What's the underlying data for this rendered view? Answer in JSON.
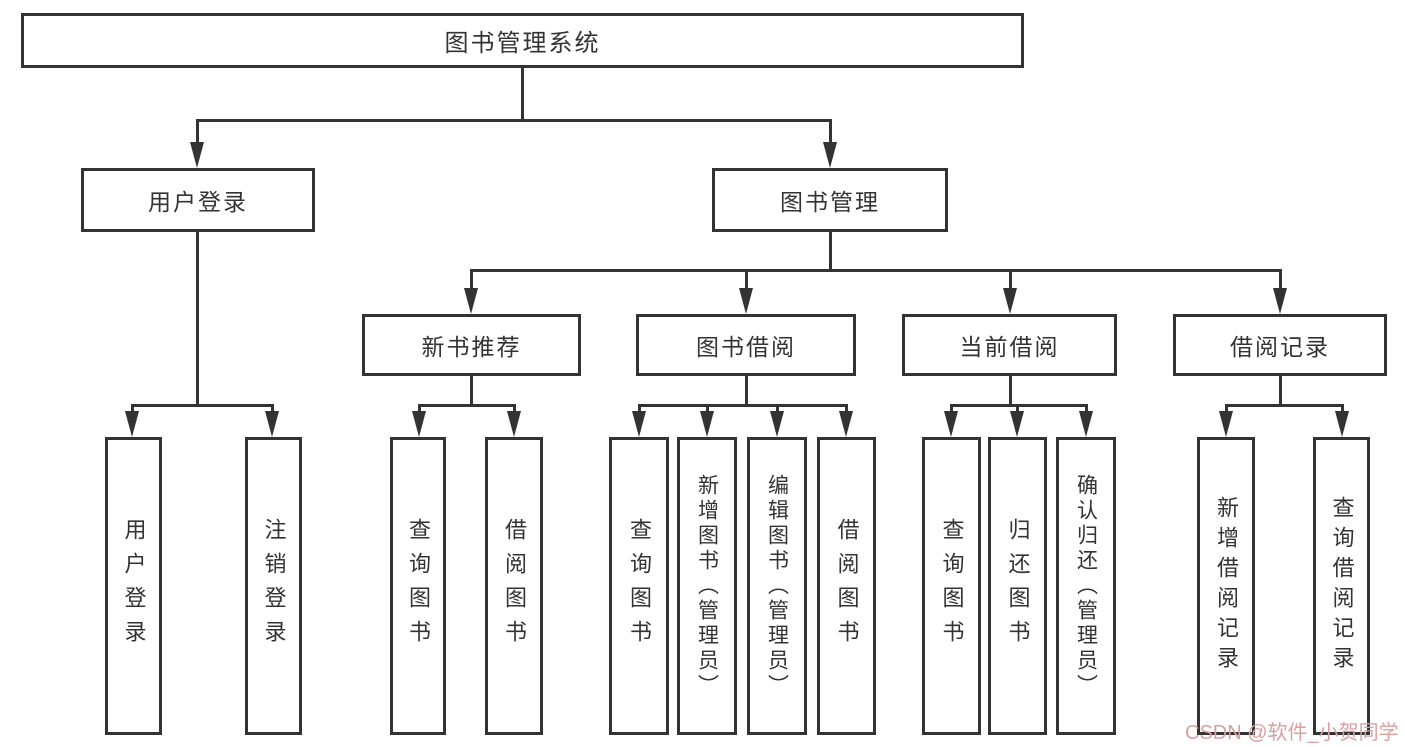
{
  "tree": {
    "label": "图书管理系统",
    "children": [
      {
        "label": "用户登录",
        "children": [
          {
            "label": "用户登录"
          },
          {
            "label": "注销登录"
          }
        ]
      },
      {
        "label": "图书管理",
        "children": [
          {
            "label": "新书推荐",
            "children": [
              {
                "label": "查询图书"
              },
              {
                "label": "借阅图书"
              }
            ]
          },
          {
            "label": "图书借阅",
            "children": [
              {
                "label": "查询图书"
              },
              {
                "label": "新增图书（管理员）"
              },
              {
                "label": "编辑图书（管理员）"
              },
              {
                "label": "借阅图书"
              }
            ]
          },
          {
            "label": "当前借阅",
            "children": [
              {
                "label": "查询图书"
              },
              {
                "label": "归还图书"
              },
              {
                "label": "确认归还（管理员）"
              }
            ]
          },
          {
            "label": "借阅记录",
            "children": [
              {
                "label": "新增借阅记录"
              },
              {
                "label": "查询借阅记录"
              }
            ]
          }
        ]
      }
    ]
  },
  "watermark": {
    "text": "CSDN @软件_小贺同学"
  },
  "colors": {
    "line": "#333333",
    "box_fill": "#ffffff",
    "watermark": "#D9A0A0"
  }
}
